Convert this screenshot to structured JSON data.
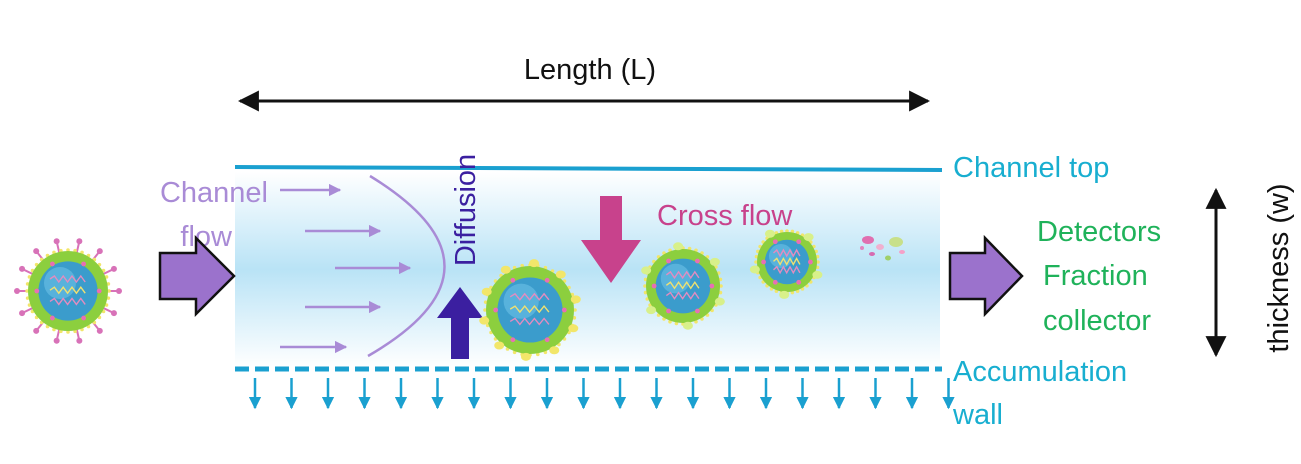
{
  "labels": {
    "length": "Length (L)",
    "channel_flow_1": "Channel",
    "channel_flow_2": "flow",
    "diffusion": "Diffusion",
    "cross_flow": "Cross flow",
    "channel_top": "Channel top",
    "accumulation_1": "Accumulation",
    "accumulation_2": "wall",
    "outlet_1": "Detectors",
    "outlet_2": "Fraction",
    "outlet_3": "collector",
    "thickness": "thickness (w)"
  },
  "colors": {
    "channel_line": "#1aa0d0",
    "label_cyan": "#18aed0",
    "lavender": "#a98bd6",
    "inlet_outlet_arrow": "#9b72cc",
    "diffusion_arrow": "#3b1fa0",
    "cross_flow": "#c8428c",
    "outlet_text": "#1fb25a",
    "channel_fill": "#bfe6f7"
  },
  "icons": {
    "particle": "virus-particle-icon",
    "debris": "debris-fragments-icon"
  }
}
